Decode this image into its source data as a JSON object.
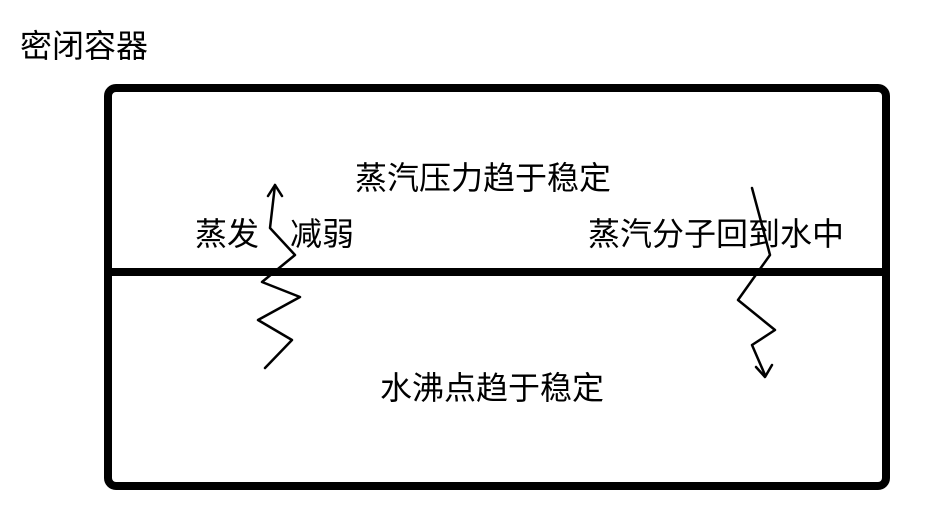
{
  "diagram": {
    "title": "密闭容器",
    "upper_region": {
      "vapor_pressure_label": "蒸汽压力趋于稳定",
      "evaporation_label": "蒸发",
      "weakening_label": "减弱",
      "return_label": "蒸汽分子回到水中"
    },
    "lower_region": {
      "boiling_point_label": "水沸点趋于稳定"
    },
    "arrows": [
      {
        "name": "evaporation-arrow",
        "direction": "up"
      },
      {
        "name": "return-arrow",
        "direction": "down"
      }
    ],
    "colors": {
      "line": "#000000",
      "background": "#ffffff"
    }
  }
}
